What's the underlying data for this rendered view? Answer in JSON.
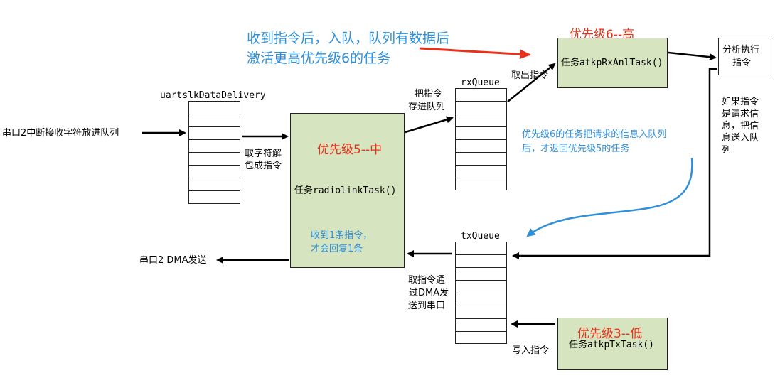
{
  "annotations": {
    "enqueue_note_line1": "收到指令后，入队，队列有数据后",
    "enqueue_note_line2": "激活更高优先级6的任务",
    "uart_in": "串口2中断接收字符放进队列",
    "uart_out": "串口2 DMA发送",
    "parse_packet_line1": "取字符解",
    "parse_packet_line2": "包成指令",
    "store_line1": "把指令",
    "store_line2": "存进队列",
    "fetch_cmd": "取出指令",
    "request_note_line1": "如果指令",
    "request_note_line2": "是请求信",
    "request_note_line3": "息，把信",
    "request_note_line4": "息送入队",
    "request_note_line5": "列",
    "return_note_line1": "优先级6的任务把请求的信息入队列",
    "return_note_line2": "后，才返回优先级5的任务",
    "send_dma_line1": "取指令通",
    "send_dma_line2": "过DMA发",
    "send_dma_line3": "送到串口",
    "write_cmd": "写入指令"
  },
  "queues": {
    "uart_queue": {
      "label": "uartslkDataDelivery"
    },
    "rx_queue": {
      "label": "rxQueue"
    },
    "tx_queue": {
      "label": "txQueue"
    }
  },
  "tasks": {
    "radiolink": {
      "priority": "优先级5--中",
      "name": "任务radiolinkTask()",
      "note_line1": "收到1条指令，",
      "note_line2": "才会回复1条"
    },
    "rxanl": {
      "priority": "优先级6--高",
      "name": "任务atkpRxAnlTask()"
    },
    "tx": {
      "priority": "优先级3--低",
      "name": "任务atkpTxTask()"
    },
    "analyze": {
      "line1": "分析执行",
      "line2": "指令"
    }
  },
  "colors": {
    "task_fill": "#d6e4bf",
    "priority_red": "#e8311a",
    "note_blue": "#2f8fd8"
  }
}
